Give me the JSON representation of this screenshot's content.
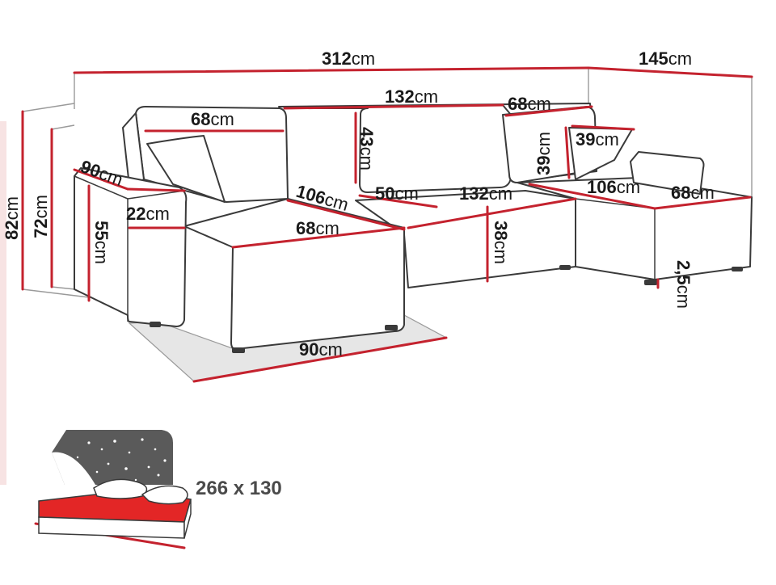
{
  "labels": {
    "total_width": {
      "num": "312",
      "unit": "cm"
    },
    "chaise_depth": {
      "num": "145",
      "unit": "cm"
    },
    "left_back_w": {
      "num": "68",
      "unit": "cm"
    },
    "center_back_w": {
      "num": "132",
      "unit": "cm"
    },
    "right_back_w": {
      "num": "68",
      "unit": "cm"
    },
    "total_height": {
      "num": "82",
      "unit": "cm"
    },
    "inner_height": {
      "num": "72",
      "unit": "cm"
    },
    "arm_depth": {
      "num": "90",
      "unit": "cm"
    },
    "arm_width": {
      "num": "22",
      "unit": "cm"
    },
    "arm_height": {
      "num": "55",
      "unit": "cm"
    },
    "back_height": {
      "num": "43",
      "unit": "cm"
    },
    "pillow_h": {
      "num": "39",
      "unit": "cm"
    },
    "pillow_w": {
      "num": "39",
      "unit": "cm"
    },
    "left_seat_d": {
      "num": "106",
      "unit": "cm"
    },
    "seat_d": {
      "num": "50",
      "unit": "cm"
    },
    "center_seat_w": {
      "num": "132",
      "unit": "cm"
    },
    "right_seat_d": {
      "num": "106",
      "unit": "cm"
    },
    "right_seat_w": {
      "num": "68",
      "unit": "cm"
    },
    "left_seat_w": {
      "num": "68",
      "unit": "cm"
    },
    "seat_height": {
      "num": "38",
      "unit": "cm"
    },
    "leg_height": {
      "num": "2,5",
      "unit": "cm"
    },
    "front_width": {
      "num": "90",
      "unit": "cm"
    }
  },
  "bed_size": "266 x 130",
  "colors": {
    "accent_red": "#c4222e",
    "outline": "#3a3a3a",
    "star_bg": "#5a5a5a"
  }
}
